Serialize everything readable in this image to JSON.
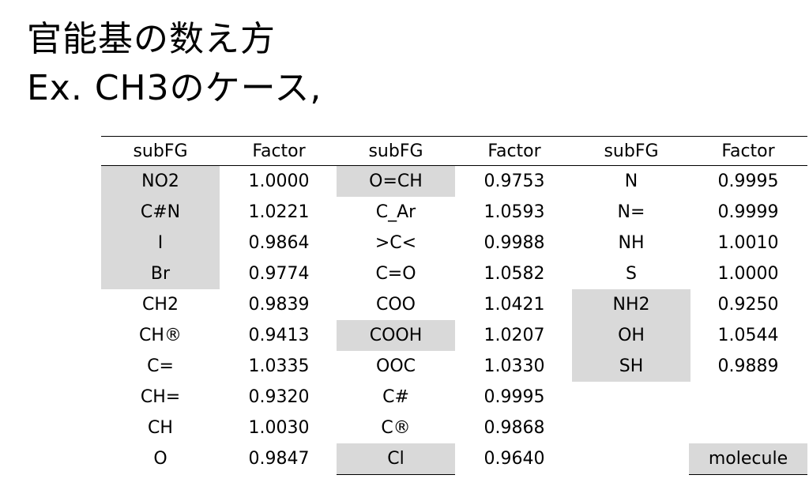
{
  "title": {
    "line1": "官能基の数え方",
    "line2": "Ex. CH3のケース,"
  },
  "table": {
    "headers": [
      "subFG",
      "Factor",
      "subFG",
      "Factor",
      "subFG",
      "Factor"
    ],
    "rows": [
      [
        "NO2",
        "1.0000",
        "O=CH",
        "0.9753",
        "N",
        "0.9995"
      ],
      [
        "C#N",
        "1.0221",
        "C_Ar",
        "1.0593",
        "N=",
        "0.9999"
      ],
      [
        "I",
        "0.9864",
        ">C<",
        "0.9988",
        "NH",
        "1.0010"
      ],
      [
        "Br",
        "0.9774",
        "C=O",
        "1.0582",
        "S",
        "1.0000"
      ],
      [
        "CH2",
        "0.9839",
        "COO",
        "1.0421",
        "NH2",
        "0.9250"
      ],
      [
        "CH®",
        "0.9413",
        "COOH",
        "1.0207",
        "OH",
        "1.0544"
      ],
      [
        "C=",
        "1.0335",
        "OOC",
        "1.0330",
        "SH",
        "0.9889"
      ],
      [
        "CH=",
        "0.9320",
        "C#",
        "0.9995",
        "",
        ""
      ],
      [
        "CH",
        "1.0030",
        "C®",
        "0.9868",
        "",
        ""
      ],
      [
        "O",
        "0.9847",
        "Cl",
        "0.9640",
        "",
        "molecule"
      ]
    ],
    "shade_color": "#d9d9d9"
  }
}
